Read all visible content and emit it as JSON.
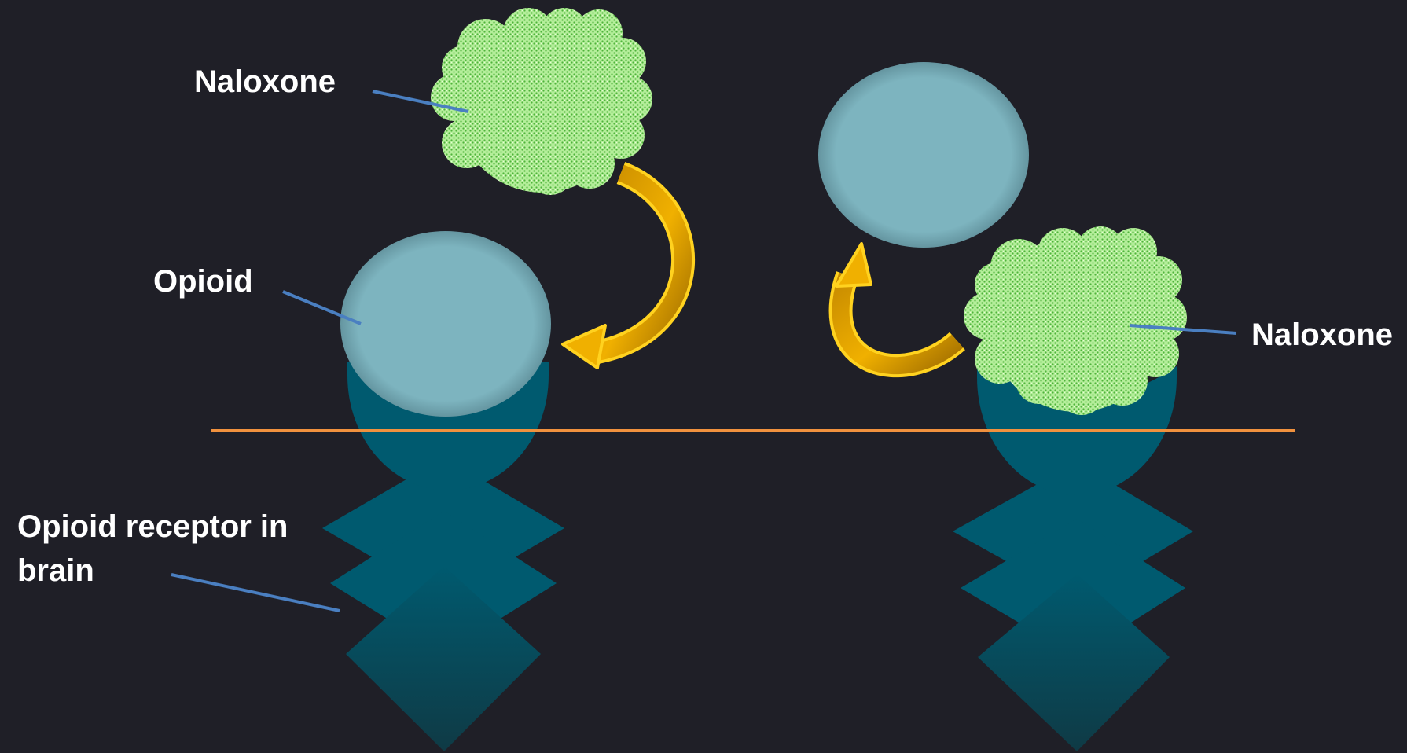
{
  "labels": {
    "naloxone_left": "Naloxone",
    "opioid": "Opioid",
    "receptor_line1": "Opioid receptor in",
    "receptor_line2": "brain",
    "naloxone_right": "Naloxone"
  },
  "colors": {
    "background": "#1f1f27",
    "opioid": "#7db4bf",
    "receptor": "#005a6f",
    "naloxone_fill": "#b4ee9a",
    "naloxone_dots": "#4fb33c",
    "arrow": "#f0b000",
    "arrow_outline": "#ffd21f",
    "leader_line": "#4a7fc1",
    "membrane_line": "#f0913e"
  }
}
